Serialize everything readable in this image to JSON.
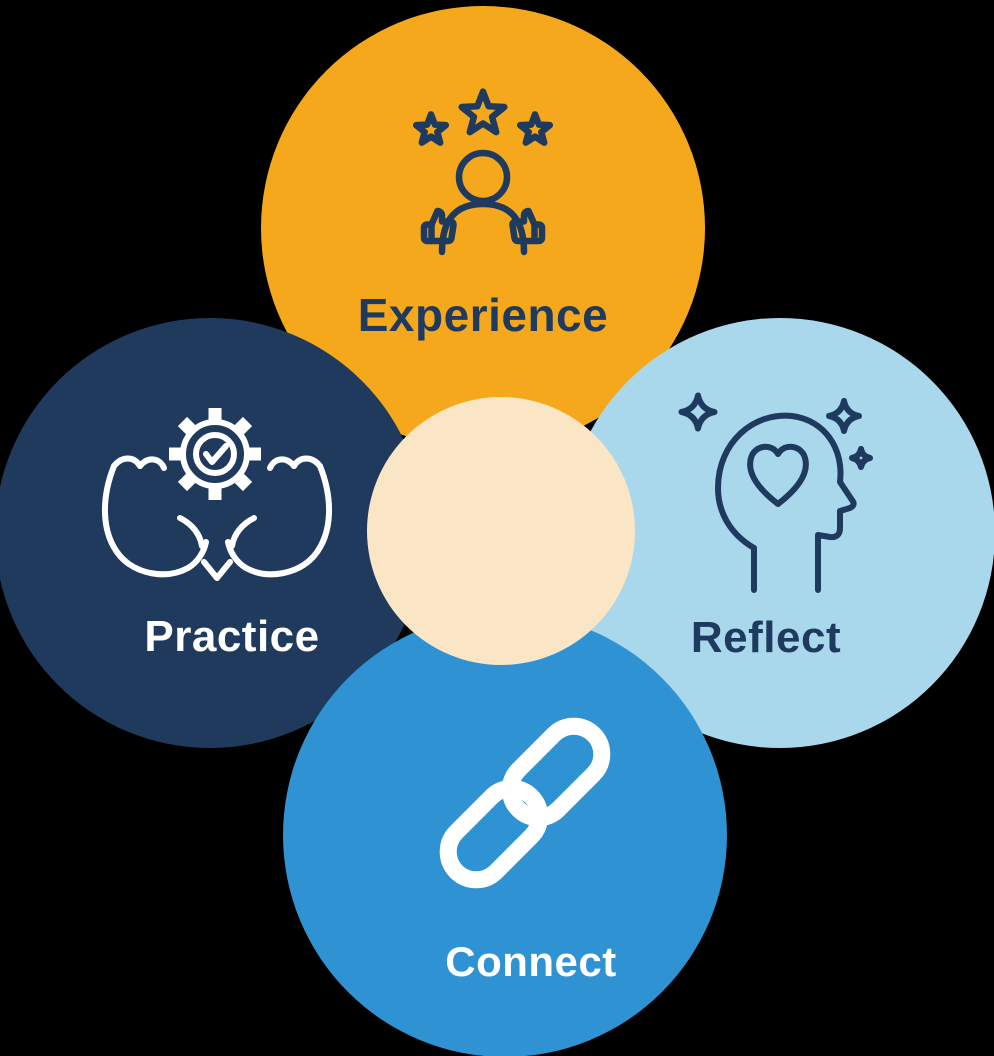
{
  "background_color": "#000000",
  "diagram": {
    "type": "four-circle-cycle",
    "center_circle_color": "#FAE6C4",
    "nodes": [
      {
        "label": "Experience",
        "position": "top",
        "circle_color": "#F5A81C",
        "label_color": "#1E3A5F",
        "icon": "person-stars-thumbs-up-icon",
        "icon_color": "#1E3A5F"
      },
      {
        "label": "Practice",
        "position": "left",
        "circle_color": "#1F3A5C",
        "label_color": "#FFFFFF",
        "icon": "hands-holding-gear-check-icon",
        "icon_color": "#FFFFFF"
      },
      {
        "label": "Reflect",
        "position": "right",
        "circle_color": "#A9D7EC",
        "label_color": "#1E3A5F",
        "icon": "head-profile-heart-sparkles-icon",
        "icon_color": "#1E3A5F"
      },
      {
        "label": "Connect",
        "position": "bottom",
        "circle_color": "#2E92D3",
        "label_color": "#FFFFFF",
        "icon": "chain-link-icon",
        "icon_color": "#FFFFFF"
      }
    ]
  }
}
